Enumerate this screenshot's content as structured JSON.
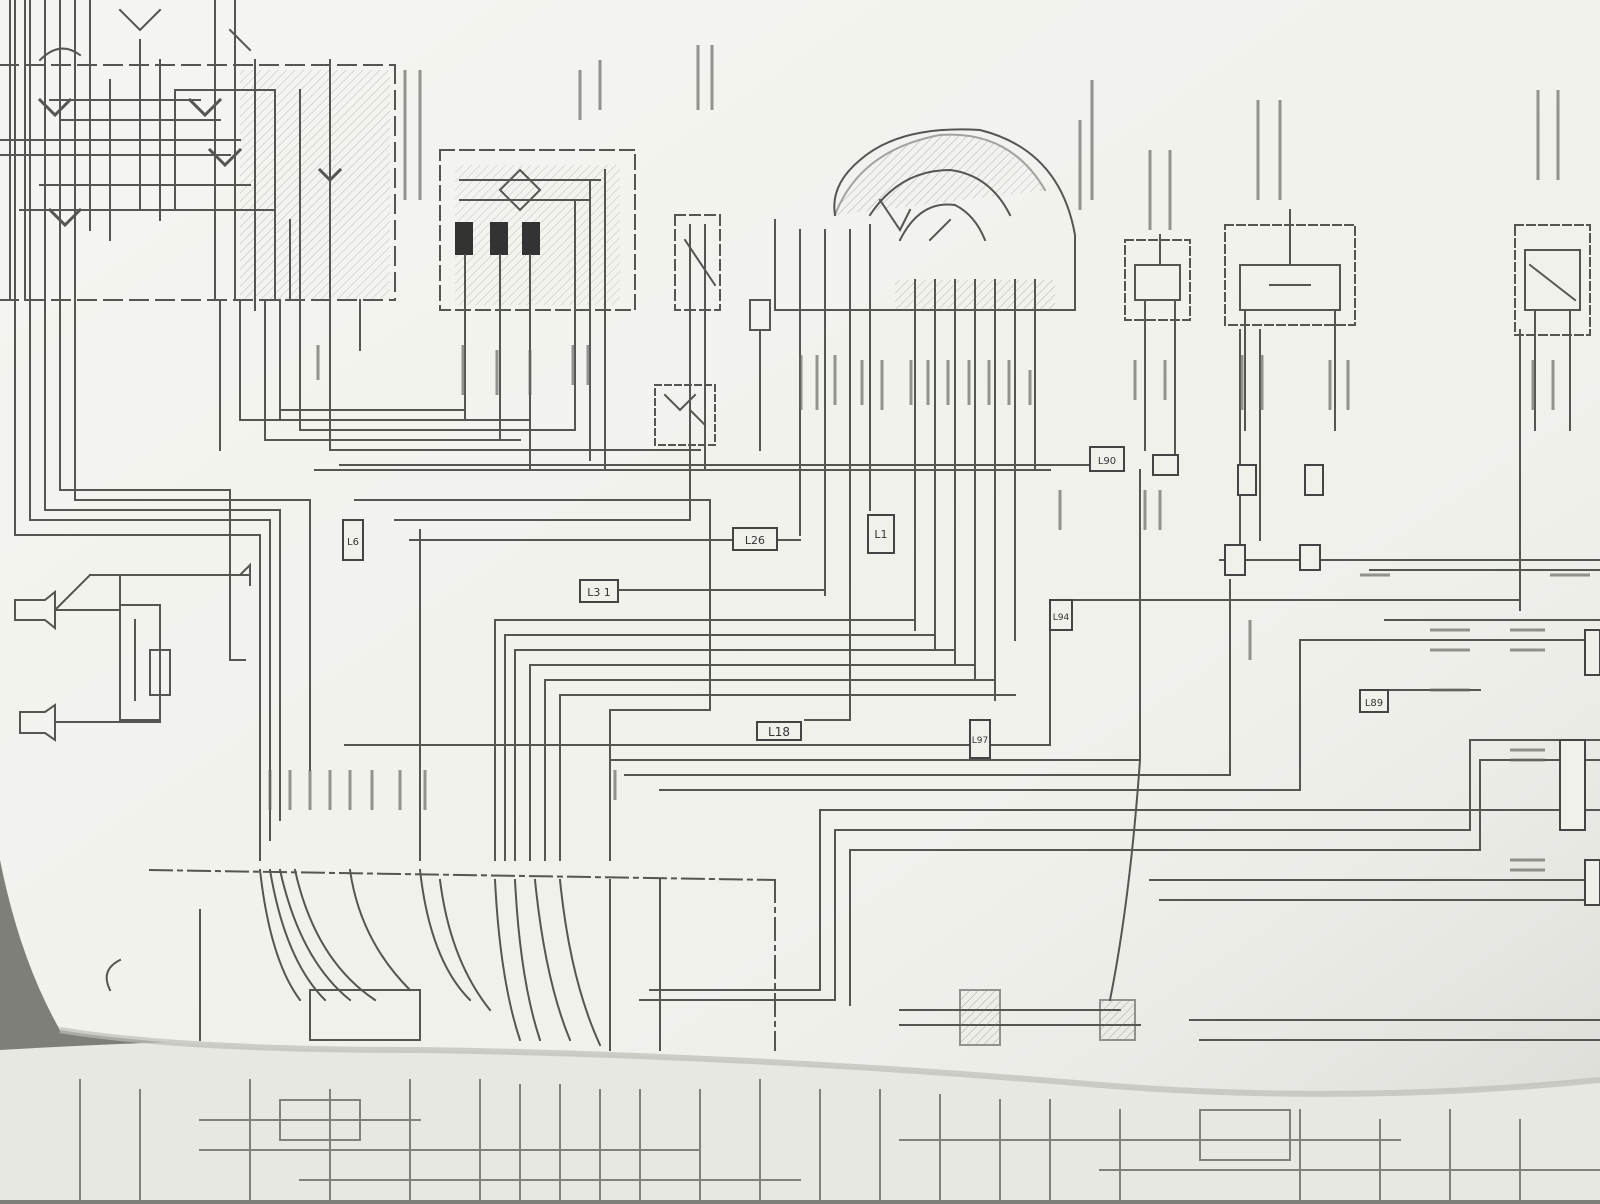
{
  "page": {
    "paper_color": "#f1f1ec",
    "lower_page_color": "#e8e8e3",
    "ink_color": "#555552"
  },
  "labels": {
    "l_l18": "L18",
    "l_l1": "L1",
    "l_l26": "L26",
    "l_l3": "L3 1",
    "l_l6": "L6",
    "l_l90": "L90",
    "l_l89": "L89",
    "l_l97": "L97",
    "l_l94": "L94"
  }
}
